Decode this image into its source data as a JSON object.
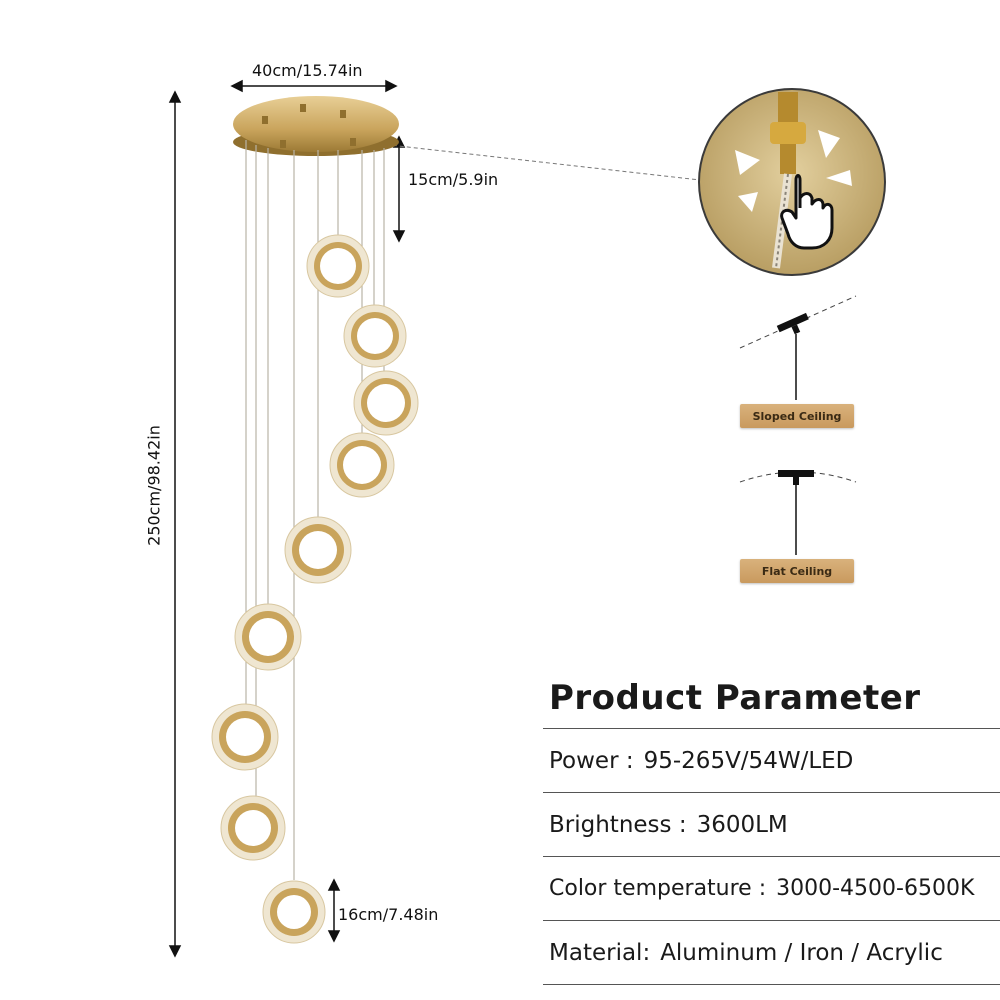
{
  "dimensions": {
    "width": "40cm/15.74in",
    "canopy_gap": "15cm/5.9in",
    "total_height": "250cm/98.42in",
    "ring_diameter": "16cm/7.48in"
  },
  "mount_options": [
    {
      "label": "Sloped Ceiling"
    },
    {
      "label": "Flat Ceiling"
    }
  ],
  "colors": {
    "gold": "#c9a45c",
    "gold_dark": "#9c7a35",
    "badge": "#d4a96e"
  },
  "product_parameter": {
    "title": "Product Parameter",
    "rows": [
      {
        "key": "Power :",
        "value": "95-265V/54W/LED"
      },
      {
        "key": "Brightness :",
        "value": "3600LM"
      },
      {
        "key": "Color temperature :",
        "value": "3000-4500-6500K"
      },
      {
        "key": "Material:",
        "value": "Aluminum / Iron / Acrylic"
      }
    ]
  }
}
